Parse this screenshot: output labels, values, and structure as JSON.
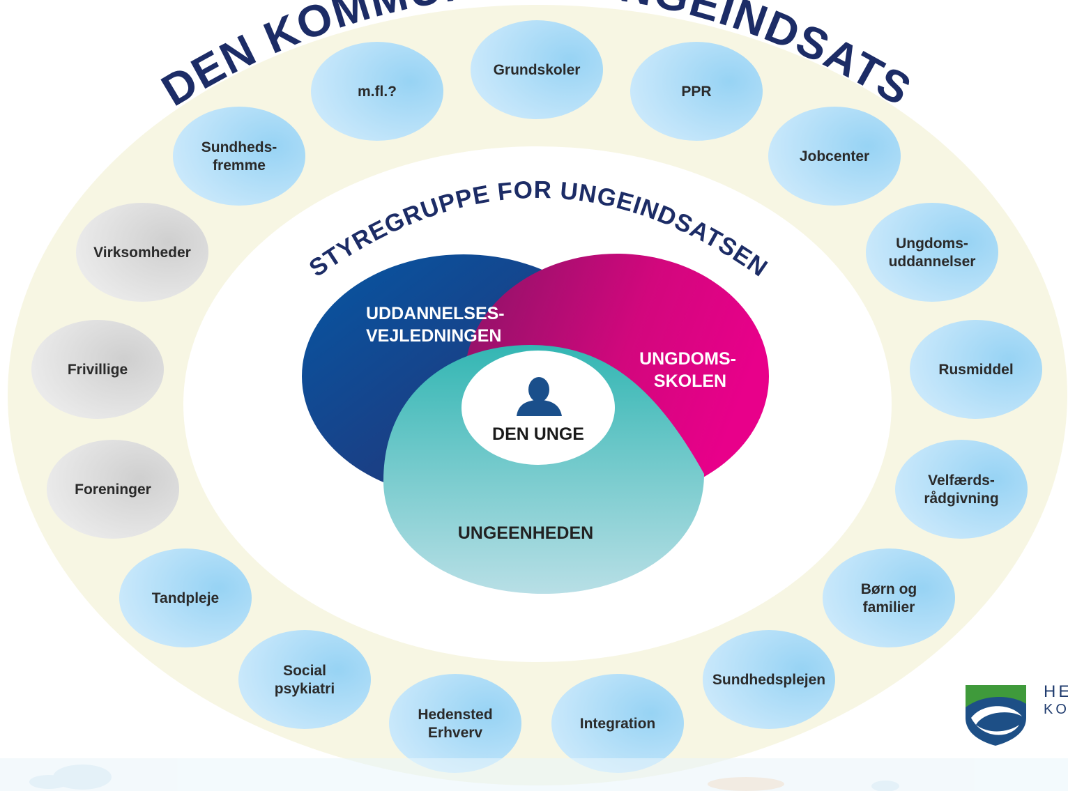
{
  "outer_title": "DEN KOMMUNALE UNGEINDSATS",
  "inner_title": "STYREGRUPPE FOR UNGEINDSATSEN",
  "center_label": "DEN UNGE",
  "venn": {
    "uddannelse": [
      "UDDANNELSES-",
      "VEJLEDNINGEN"
    ],
    "ungdomsskole": [
      "UNGDOMS-",
      "SKOLEN"
    ],
    "ungeenheden": [
      "UNGEENHEDEN"
    ]
  },
  "partners": [
    {
      "id": "grundskoler",
      "lines": [
        "Grundskoler"
      ],
      "style": "blue"
    },
    {
      "id": "ppr",
      "lines": [
        "PPR"
      ],
      "style": "blue"
    },
    {
      "id": "jobcenter",
      "lines": [
        "Jobcenter"
      ],
      "style": "blue"
    },
    {
      "id": "ungdomsuddannelser",
      "lines": [
        "Ungdoms-",
        "uddannelser"
      ],
      "style": "blue"
    },
    {
      "id": "rusmiddel",
      "lines": [
        "Rusmiddel"
      ],
      "style": "blue"
    },
    {
      "id": "velfaerdsraadgivning",
      "lines": [
        "Velfærds-",
        "rådgivning"
      ],
      "style": "blue"
    },
    {
      "id": "boern-og-familier",
      "lines": [
        "Børn og",
        "familier"
      ],
      "style": "blue"
    },
    {
      "id": "sundhedsplejen",
      "lines": [
        "Sundhedsplejen"
      ],
      "style": "blue"
    },
    {
      "id": "integration",
      "lines": [
        "Integration"
      ],
      "style": "blue"
    },
    {
      "id": "hedensted-erhverv",
      "lines": [
        "Hedensted",
        "Erhverv"
      ],
      "style": "blue"
    },
    {
      "id": "social-psykiatri",
      "lines": [
        "Social",
        "psykiatri"
      ],
      "style": "blue"
    },
    {
      "id": "tandpleje",
      "lines": [
        "Tandpleje"
      ],
      "style": "blue"
    },
    {
      "id": "foreninger",
      "lines": [
        "Foreninger"
      ],
      "style": "grey"
    },
    {
      "id": "frivillige",
      "lines": [
        "Frivillige"
      ],
      "style": "grey"
    },
    {
      "id": "virksomheder",
      "lines": [
        "Virksomheder"
      ],
      "style": "grey"
    },
    {
      "id": "sundhedsfremme",
      "lines": [
        "Sundheds-",
        "fremme"
      ],
      "style": "blue"
    },
    {
      "id": "m-fl",
      "lines": [
        "m.fl.?"
      ],
      "style": "blue"
    }
  ],
  "logo": {
    "line1": "HE",
    "line2": "KO"
  },
  "icons": {
    "center": "person-icon",
    "logo": "municipality-shield-icon"
  },
  "colors": {
    "ring": "#f7f6e3",
    "title_navy": "#1c2c66",
    "uddannelse": "#0f4f94",
    "ungdomsskole": "#e0077f",
    "ungeenheden": "#3cbab5",
    "bubble_blue": "#a8daf5",
    "bubble_grey": "#d9d9d9"
  }
}
